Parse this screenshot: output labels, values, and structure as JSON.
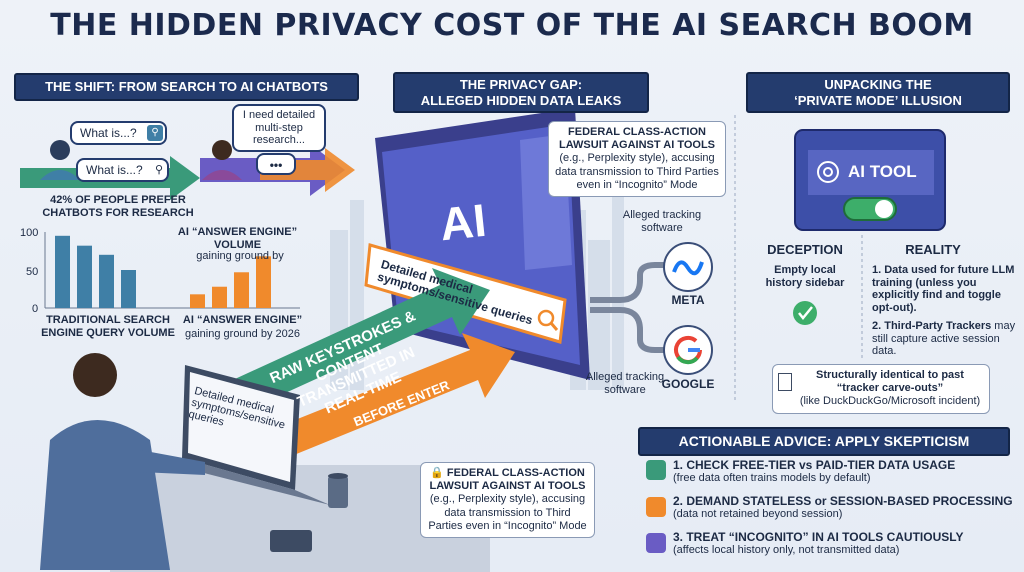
{
  "title": "THE HIDDEN PRIVACY COST OF THE AI SEARCH BOOM",
  "shift": {
    "banner": "THE SHIFT: FROM SEARCH TO AI CHATBOTS",
    "query1": "What is...?",
    "query2": "What is...?",
    "chat_bubble": "I need detailed multi-step research...",
    "stat": "42% OF PEOPLE PREFER CHATBOTS FOR RESEARCH"
  },
  "chart_data": {
    "type": "bar",
    "ylim": [
      0,
      100
    ],
    "yticks": [
      "100",
      "50",
      "0"
    ],
    "series": [
      {
        "name": "TRADITIONAL SEARCH ENGINE QUERY VOLUME",
        "values": [
          95,
          82,
          70,
          50
        ],
        "color": "#3f7fa6"
      },
      {
        "name": "AI “ANSWER ENGINE” VOLUME gaining ground by 2026",
        "values": [
          18,
          28,
          47,
          68
        ],
        "color": "#f08a2c"
      }
    ],
    "label_traditional": "TRADITIONAL SEARCH ENGINE QUERY VOLUME",
    "label_ai_top": "AI “ANSWER ENGINE” VOLUME",
    "label_ai_top_sub": "gaining ground by",
    "label_ai_bottom": "AI “ANSWER ENGINE”",
    "label_ai_bottom_sub": "gaining ground by 2026"
  },
  "gap": {
    "banner_line1": "THE PRIVACY GAP:",
    "banner_line2": "ALLEGED HIDDEN DATA LEAKS",
    "lawsuit_top_title": "FEDERAL CLASS-ACTION LAWSUIT AGAINST AI TOOLS",
    "lawsuit_top_body": "(e.g., Perplexity style), accusing data transmission to Third Parties even in “Incognito” Mode",
    "screen_logo": "AI",
    "search_query": "Detailed medical symptoms/sensitive queries",
    "tracking_top": "Alleged tracking software",
    "tracking_bottom": "Alleged tracking software",
    "meta": "META",
    "google": "GOOGLE",
    "arrow_green": "RAW KEYSTROKES & CONTENT TRANSMITTED IN REAL-TIME",
    "arrow_orange": "BEFORE ENTER",
    "laptop_text": "Detailed medical symptoms/sensitive queries",
    "lawsuit_bottom_title": "FEDERAL CLASS-ACTION LAWSUIT AGAINST AI TOOLS",
    "lawsuit_bottom_body": "(e.g., Perplexity style), accusing data transmission to Third Parties even in “Incognito” Mode"
  },
  "illusion": {
    "banner_line1": "UNPACKING THE",
    "banner_line2": "‘PRIVATE MODE’ ILLUSION",
    "tool_label": "AI TOOL",
    "deception_title": "DECEPTION",
    "deception_body": "Empty local history sidebar",
    "reality_title": "REALITY",
    "reality_1": "1. Data used for future LLM training (unless you explicitly find and toggle opt-out).",
    "reality_2_bold": "2. Third-Party Trackers",
    "reality_2_rest": "may still capture active session data.",
    "note_title": "Structurally identical to past “tracker carve-outs”",
    "note_sub": "(like DuckDuckGo/Microsoft incident)"
  },
  "advice": {
    "banner": "ACTIONABLE ADVICE: APPLY SKEPTICISM",
    "items": [
      {
        "head": "1. CHECK FREE-TIER vs PAID-TIER DATA USAGE",
        "sub": "(free data often trains models by default)"
      },
      {
        "head": "2. DEMAND STATELESS or SESSION-BASED PROCESSING",
        "sub": "(data not retained beyond session)"
      },
      {
        "head": "3. TREAT “INCOGNITO” IN AI TOOLS CAUTIOUSLY",
        "sub": "(affects local history only, not transmitted data)"
      }
    ]
  },
  "colors": {
    "navy": "#243c6e",
    "green": "#3a9a7a",
    "orange": "#f08a2c",
    "purple": "#6a5cc4"
  }
}
